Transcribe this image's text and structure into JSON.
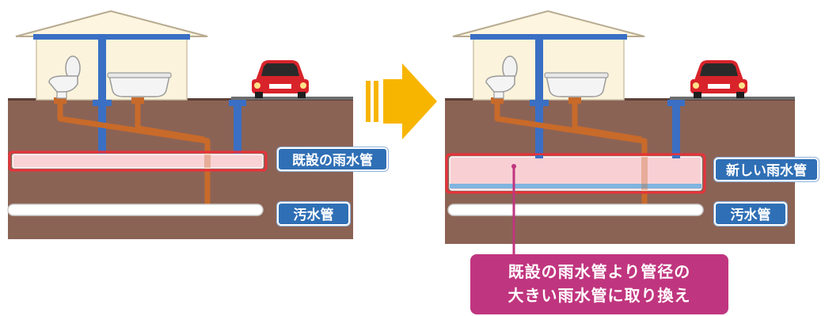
{
  "labels": {
    "existing_rain_pipe": "既設の雨水管",
    "sewage_pipe_left": "汚水管",
    "new_rain_pipe": "新しい雨水管",
    "sewage_pipe_right": "汚水管"
  },
  "callout": {
    "line1": "既設の雨水管より管径の",
    "line2": "大きい雨水管に取り換え"
  },
  "colors": {
    "soil": "#8b6355",
    "house_wall": "#fbf3dc",
    "roof": "#fdf5e0",
    "blue_pipe": "#3a6fc4",
    "orange_pipe": "#c86a2a",
    "highlight_red": "#e8323a",
    "pink_fill": "#f8c8cc",
    "label_blue": "#2f6fb5",
    "callout_magenta": "#c0357f",
    "arrow_yellow": "#f7b500",
    "car_red": "#d8232a"
  },
  "icons": [
    "house-icon",
    "toilet-icon",
    "bathtub-icon",
    "car-icon",
    "arrow-right-icon"
  ]
}
